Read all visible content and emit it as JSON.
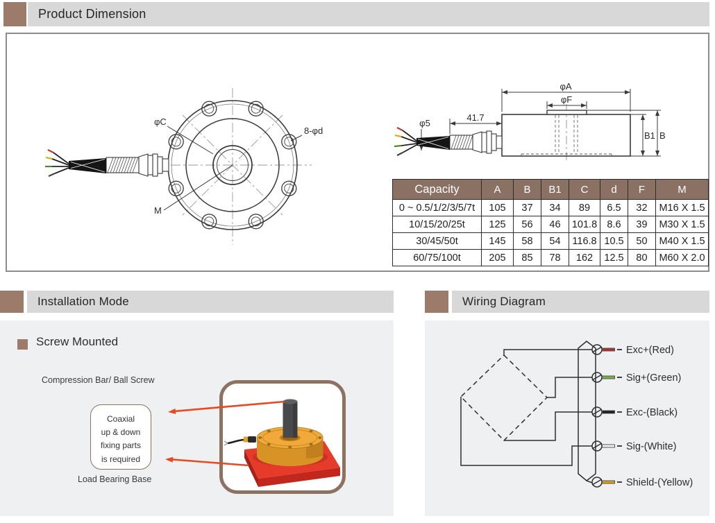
{
  "colors": {
    "accent_brown": "#9c7b6a",
    "header_bar_gray": "#d8d8d8",
    "table_header_bg": "#8b7164",
    "panel_bg": "#eef0f1",
    "drawing_line": "#3a3a3a",
    "arrow_red": "#e8491f",
    "illustration_border": "#8d7262"
  },
  "sections": {
    "product_dimension": {
      "title": "Product Dimension"
    },
    "installation_mode": {
      "title": "Installation Mode"
    },
    "wiring_diagram": {
      "title": "Wiring Diagram"
    }
  },
  "front_view": {
    "labels": {
      "bolt_circle": "φC",
      "bolt_holes": "8-φd",
      "thread": "M"
    }
  },
  "side_view": {
    "labels": {
      "cable_dia": "φ5",
      "cable_length": "41.7",
      "outer_dia": "φA",
      "boss_dia": "φF",
      "body_height": "B1",
      "total_height": "B"
    }
  },
  "table": {
    "columns": [
      "Capacity",
      "A",
      "B",
      "B1",
      "C",
      "d",
      "F",
      "M"
    ],
    "rows": [
      [
        "0 ~ 0.5/1/2/3/5/7t",
        "105",
        "37",
        "34",
        "89",
        "6.5",
        "32",
        "M16 X 1.5"
      ],
      [
        "10/15/20/25t",
        "125",
        "56",
        "46",
        "101.8",
        "8.6",
        "39",
        "M30 X 1.5"
      ],
      [
        "30/45/50t",
        "145",
        "58",
        "54",
        "116.8",
        "10.5",
        "50",
        "M40 X 1.5"
      ],
      [
        "60/75/100t",
        "205",
        "85",
        "78",
        "162",
        "12.5",
        "80",
        "M60 X 2.0"
      ]
    ]
  },
  "installation": {
    "subtitle": "Screw Mounted",
    "compression_label": "Compression Bar/ Ball Screw",
    "note_text": "Coaxial\nup & down\nfixing parts\nis required",
    "base_label": "Load Bearing Base"
  },
  "wiring": {
    "wires": [
      {
        "label": "Exc+(Red)",
        "color": "#b0302a"
      },
      {
        "label": "Sig+(Green)",
        "color": "#76b043"
      },
      {
        "label": "Exc-(Black)",
        "color": "#1c1c1c"
      },
      {
        "label": "Sig-(White)",
        "color": "#f4f4f4"
      },
      {
        "label": "Shield-(Yellow)",
        "color": "#d7a021"
      }
    ]
  }
}
